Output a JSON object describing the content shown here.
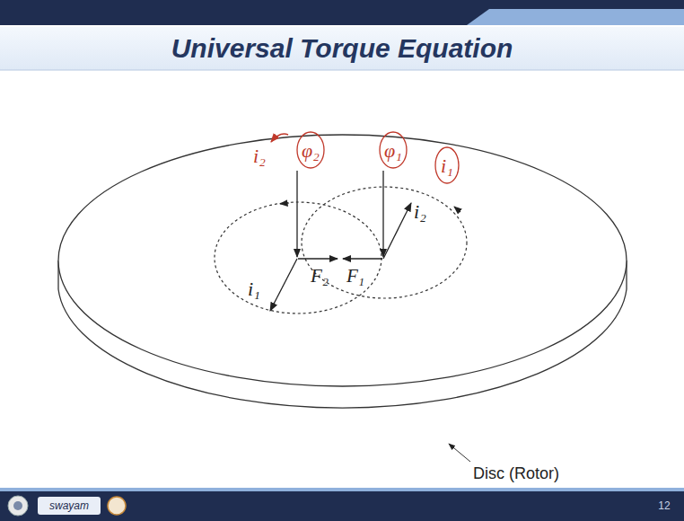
{
  "diagram": {
    "title": "Universal Torque Equation",
    "labels": [
      "i₂",
      "φ₂",
      "φ₁",
      "i₁",
      "i₂",
      "i₁",
      "F₂",
      "F₁",
      "Disc (Rotor)",
      "swayam",
      "12"
    ]
  }
}
